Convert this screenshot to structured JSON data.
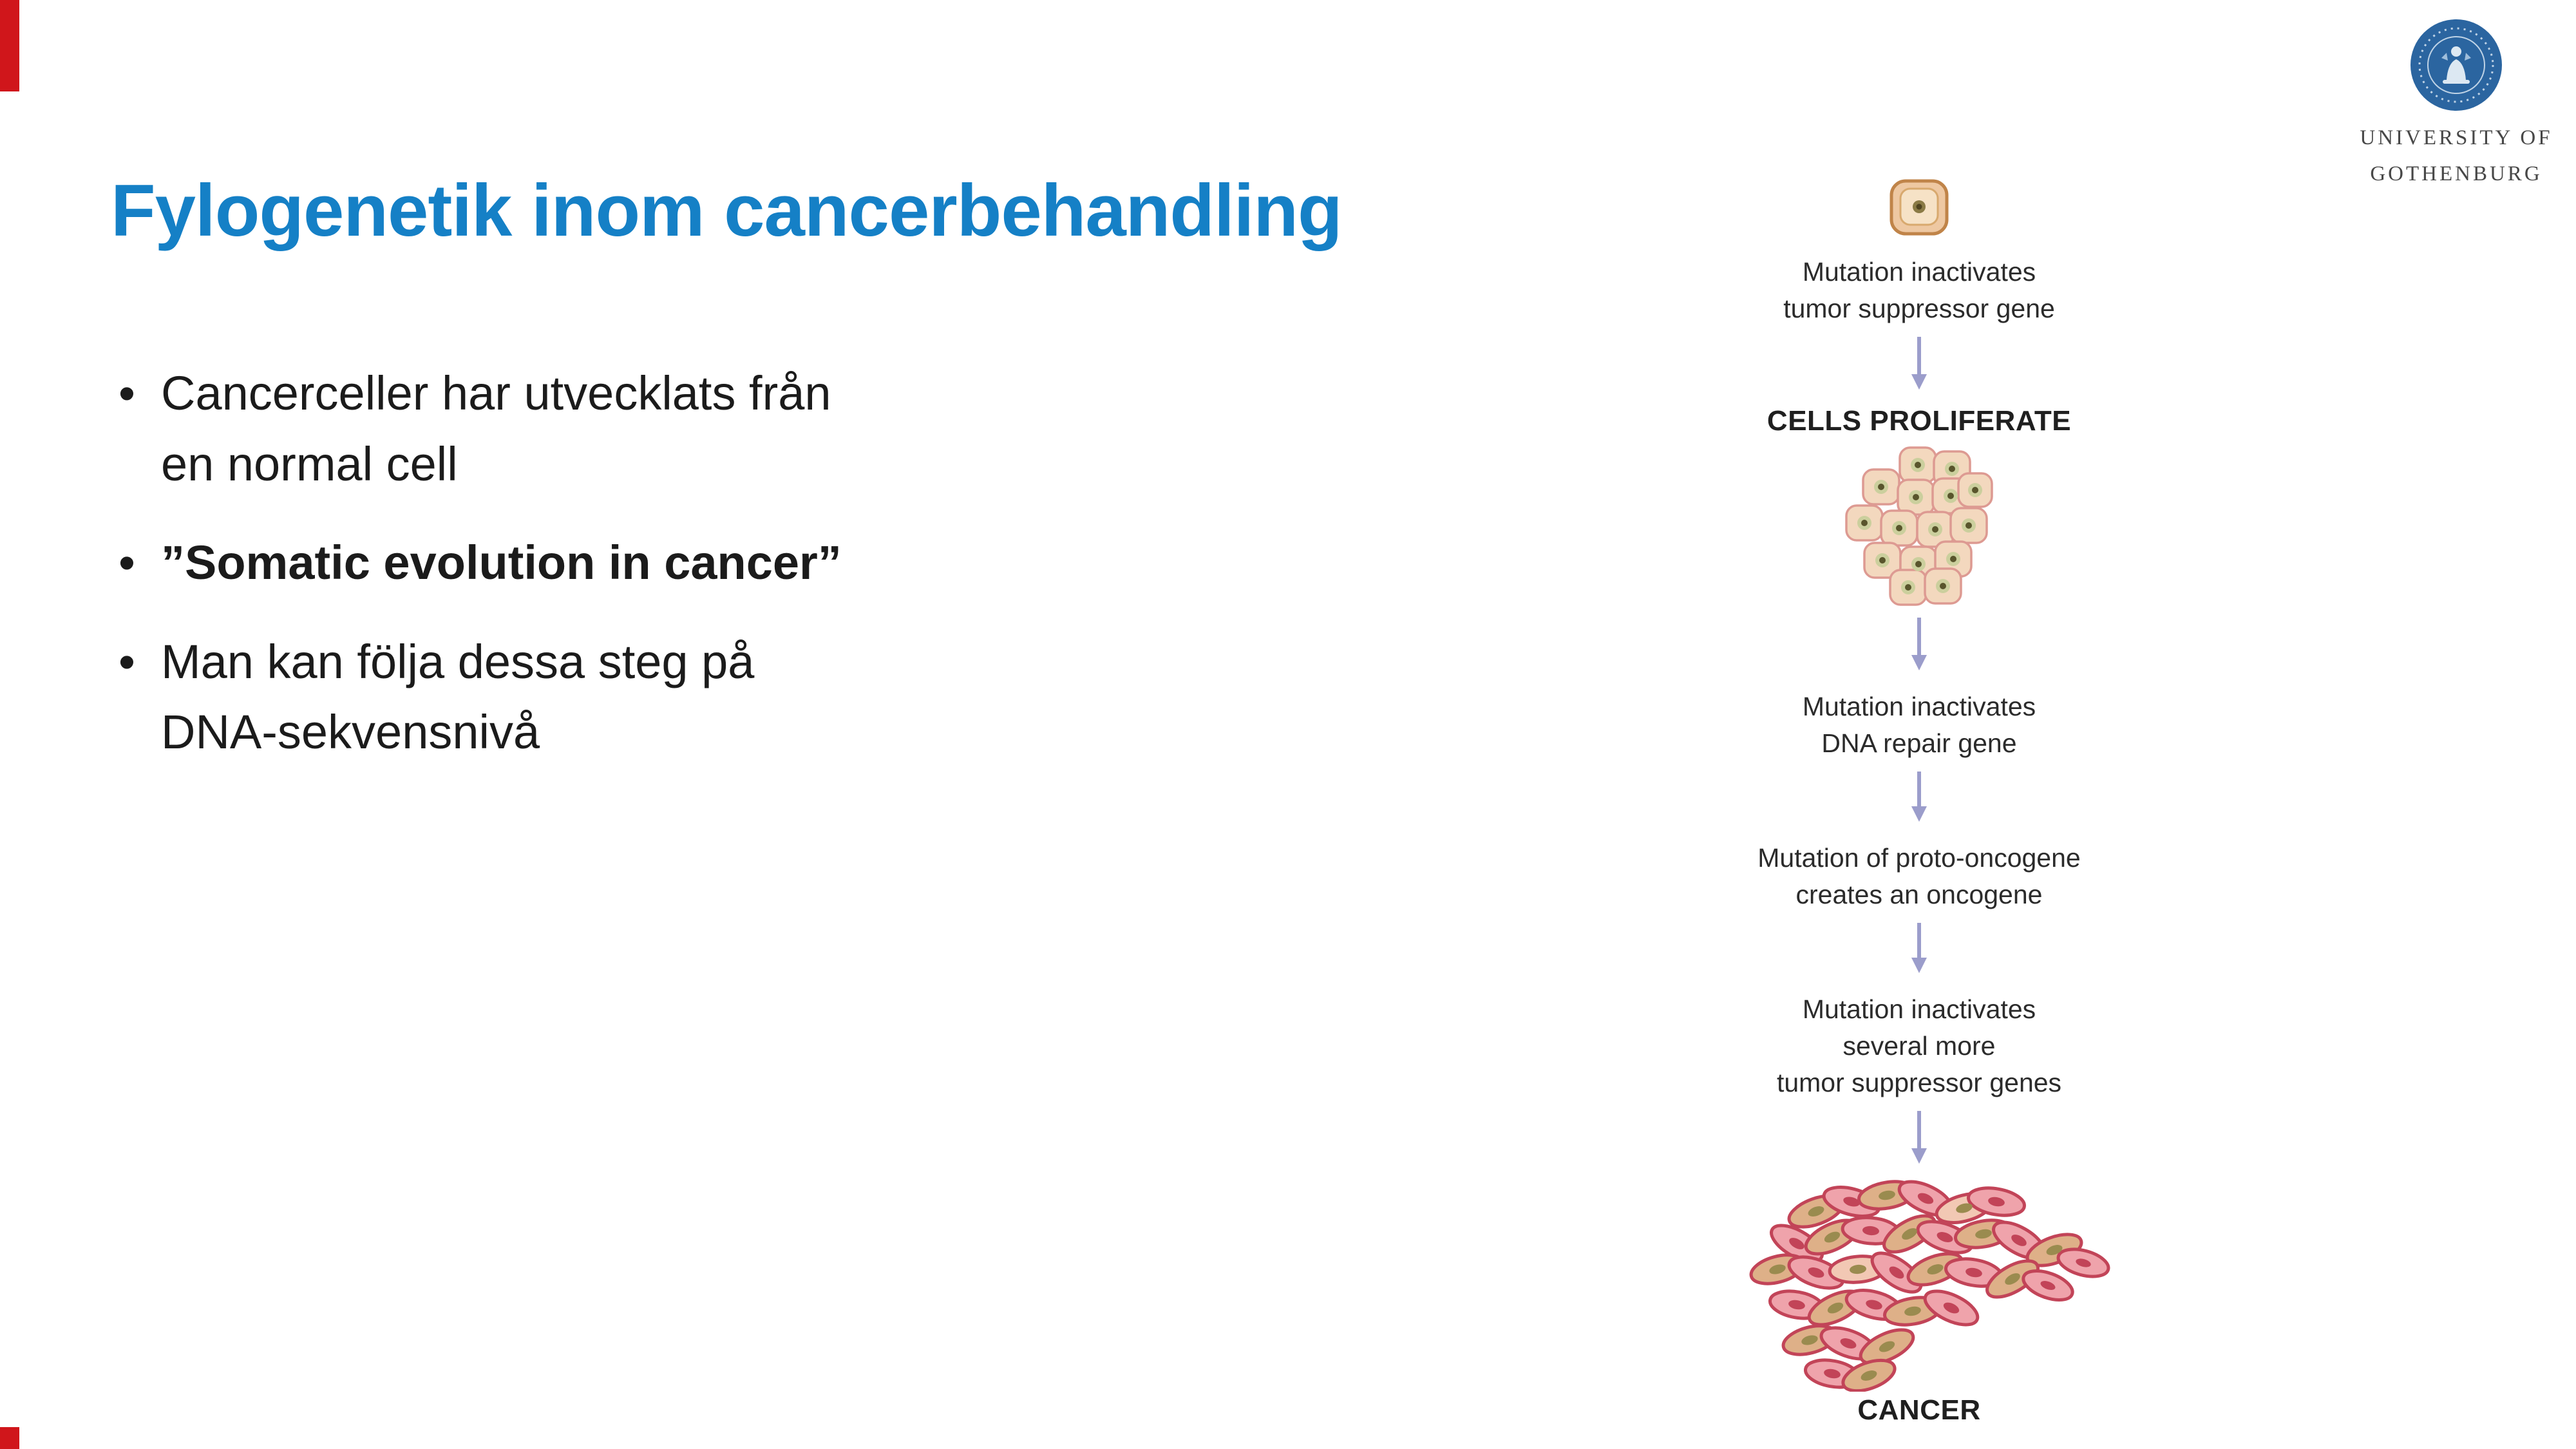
{
  "slide": {
    "title": "Fylogenetik inom cancerbehandling",
    "bullet_marker": "•",
    "bullets": [
      {
        "text": "Cancerceller har utvecklats från\nen normal cell"
      },
      {
        "text": "”Somatic evolution in cancer”"
      },
      {
        "text": "Man kan följa dessa steg på\nDNA-sekvensnivå"
      }
    ]
  },
  "diagram": {
    "step1_label": "Mutation inactivates\ntumor suppressor gene",
    "cells_proliferate_label": "CELLS PROLIFERATE",
    "step2_label": "Mutation inactivates\nDNA repair gene",
    "step3_label": "Mutation of proto-oncogene\ncreates an oncogene",
    "step4_label": "Mutation inactivates\nseveral more\ntumor suppressor genes",
    "cancer_label": "CANCER",
    "icons": {
      "normal_cell": "normal-cell-icon",
      "arrow": "down-arrow-icon",
      "cell_cluster": "proliferating-cells-illustration",
      "cancer_cluster": "cancer-cells-illustration"
    }
  },
  "logo": {
    "line1": "UNIVERSITY OF",
    "line2": "GOTHENBURG"
  },
  "colors": {
    "accent_red": "#D0161B",
    "title_blue": "#1580C6",
    "arrow_purple": "#9B9DCB",
    "seal_blue": "#2B65A0"
  }
}
